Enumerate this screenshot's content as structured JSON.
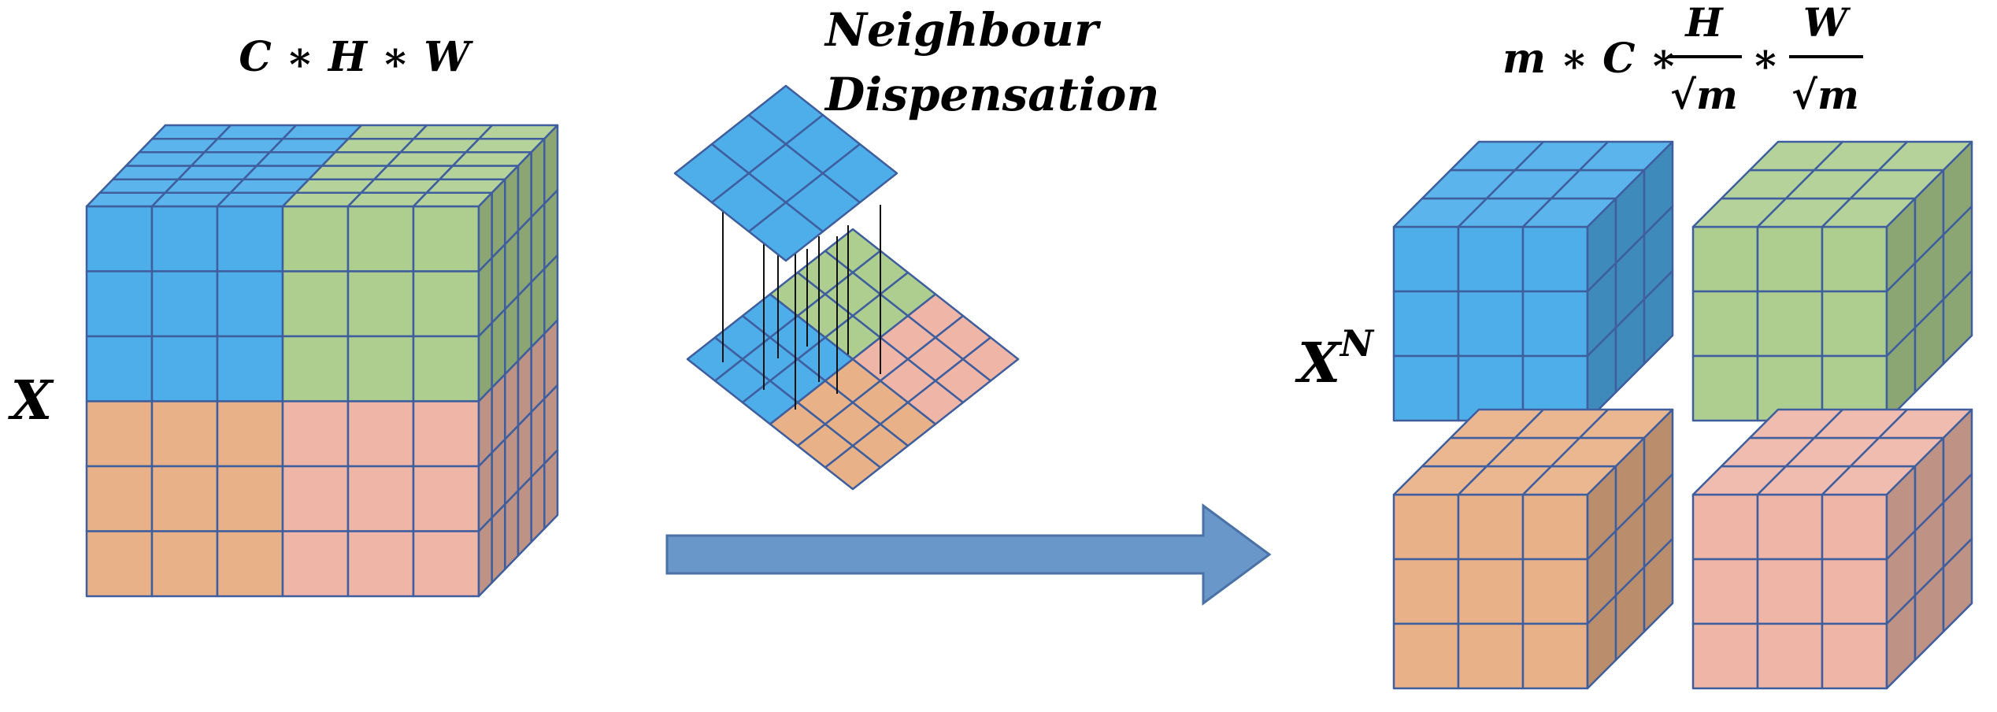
{
  "labels": {
    "input_shape": "C ∗ H ∗ W",
    "input_symbol": "X",
    "operation_line1": "Neighbour",
    "operation_line2": "Dispensation",
    "output_symbol": "X",
    "output_superscript": "N",
    "output_shape": {
      "prefix": "m ∗ C ∗",
      "frac1_num": "H",
      "frac1_den": "√m",
      "times": "∗",
      "frac2_num": "W",
      "frac2_den": "√m"
    }
  },
  "colors": {
    "blue": "#4DAEEA",
    "green": "#AECE90",
    "orange": "#E8B187",
    "pink": "#EFB6A8",
    "grid_line": "#3E5E9E",
    "arrow_fill": "#6A97C9",
    "arrow_stroke": "#4A72A6"
  }
}
